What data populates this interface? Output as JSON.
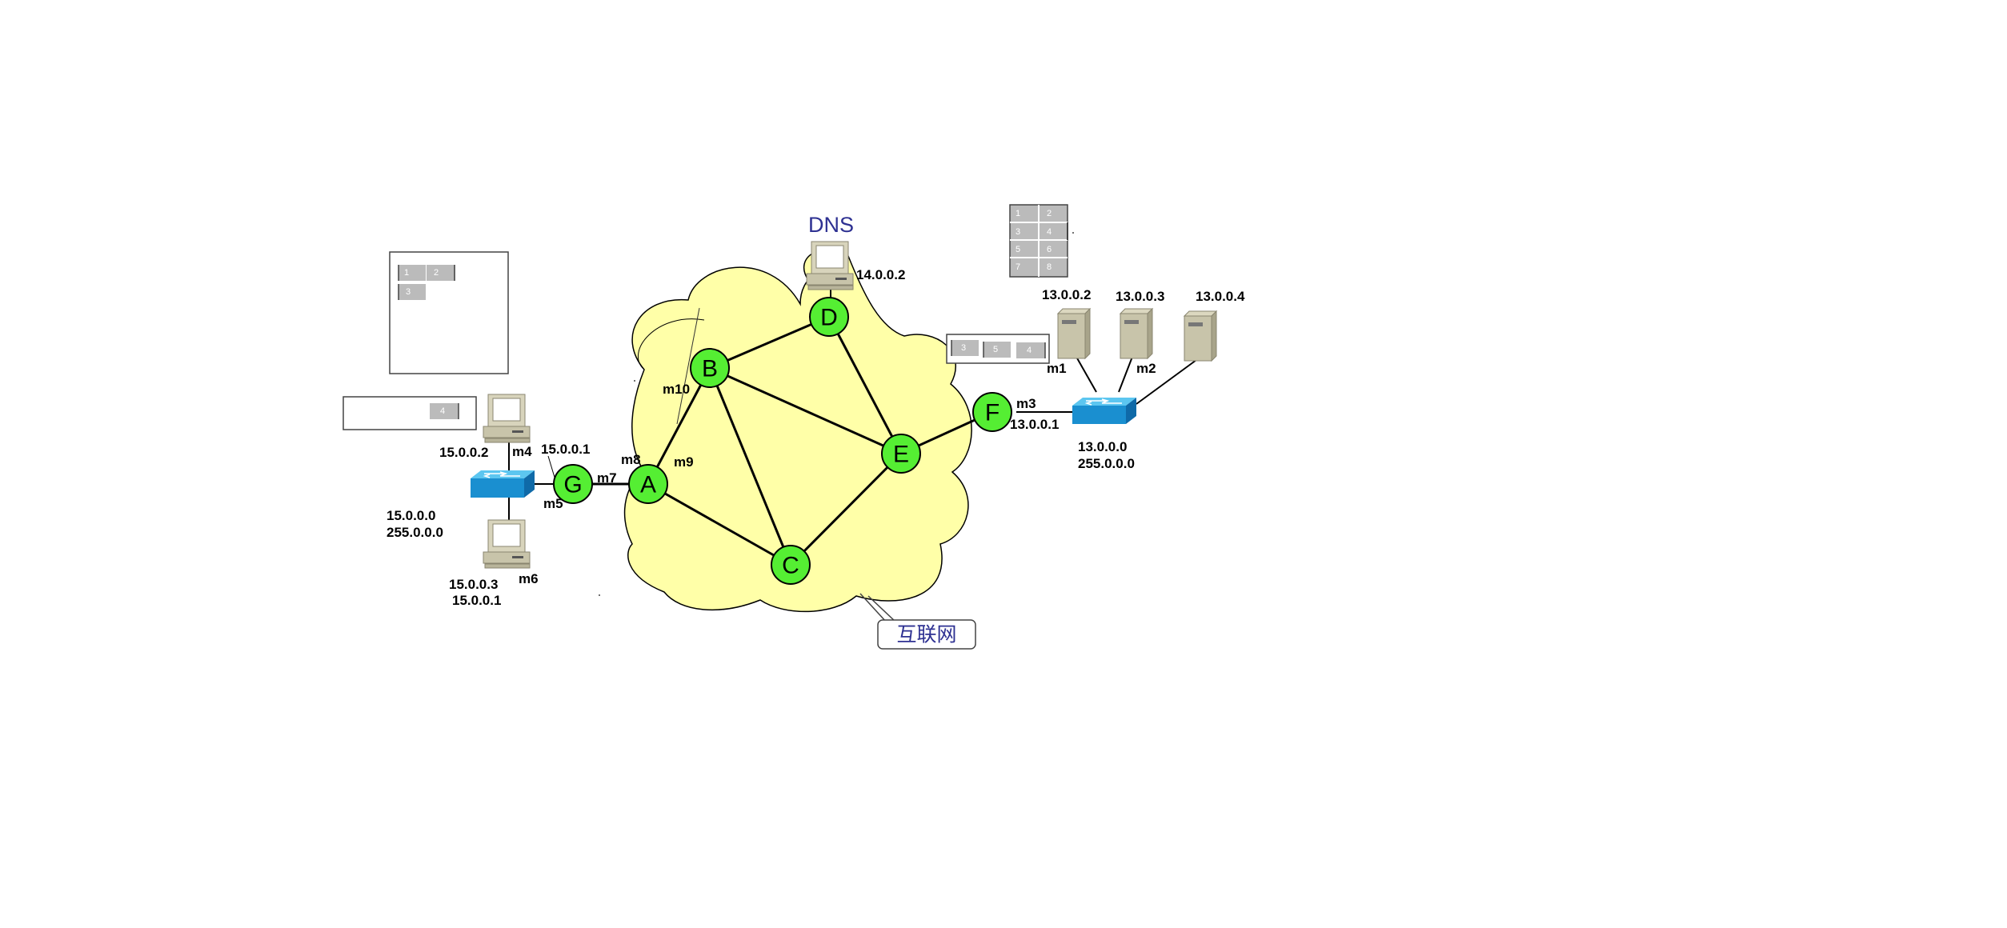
{
  "diagram": {
    "dns_label": "DNS",
    "internet_label": "互联网",
    "nodes": [
      {
        "id": "A",
        "label": "A"
      },
      {
        "id": "B",
        "label": "B"
      },
      {
        "id": "C",
        "label": "C"
      },
      {
        "id": "D",
        "label": "D"
      },
      {
        "id": "E",
        "label": "E"
      },
      {
        "id": "F",
        "label": "F"
      },
      {
        "id": "G",
        "label": "G"
      }
    ],
    "links": [
      [
        "A",
        "B"
      ],
      [
        "A",
        "C"
      ],
      [
        "B",
        "C"
      ],
      [
        "B",
        "D"
      ],
      [
        "B",
        "E"
      ],
      [
        "D",
        "E"
      ],
      [
        "C",
        "E"
      ],
      [
        "E",
        "F"
      ],
      [
        "G",
        "A"
      ]
    ],
    "interface_labels": [
      "m1",
      "m2",
      "m3",
      "m4",
      "m5",
      "m6",
      "m7",
      "m8",
      "m9",
      "m10"
    ],
    "address_labels": {
      "dns_ip": "14.0.0.2",
      "server1_ip": "13.0.0.2",
      "server2_ip": "13.0.0.3",
      "server3_ip": "13.0.0.4",
      "f_ip": "13.0.0.1",
      "right_net": "13.0.0.0",
      "right_mask": "255.0.0.0",
      "pc_top_ip": "15.0.0.2",
      "g_ip": "15.0.0.1",
      "left_net": "15.0.0.0",
      "left_mask": "255.0.0.0",
      "pc_bottom_ip": "15.0.0.3",
      "pc_bottom_gw": "15.0.0.1"
    },
    "tables": {
      "left_top": [
        "1",
        "2",
        "3"
      ],
      "left_small": [
        "4"
      ],
      "right_grid": [
        "1",
        "2",
        "3",
        "4",
        "5",
        "6",
        "7",
        "8"
      ],
      "right_small": [
        "3",
        "5",
        "4"
      ]
    },
    "colors": {
      "node_fill": "#55ee33",
      "cloud_fill": "#ffffa8",
      "switch": "#1aa0e0",
      "computer": "#c8c4aa",
      "table_cell": "#bbbbbb",
      "dns_text": "#2e3192"
    }
  }
}
